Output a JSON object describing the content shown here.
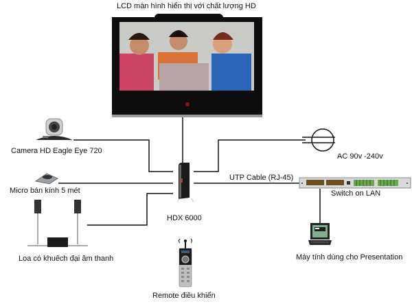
{
  "title": "LCD màn hình hiển thị với chất lượng HD",
  "nodes": {
    "lcd": {
      "label": "LCD màn hình hiển thị với chất lượng HD"
    },
    "camera": {
      "label": "Camera HD Eagle Eye 720"
    },
    "micro": {
      "label": "Micro bán kính 5 mét"
    },
    "speakers": {
      "label": "Loa có khuếch đại âm thanh"
    },
    "codec": {
      "label": "HDX 6000"
    },
    "remote": {
      "label": "Remote điều khiển"
    },
    "power": {
      "label": "AC 90v -240v"
    },
    "switch": {
      "label": "Switch on LAN"
    },
    "laptop": {
      "label": "Máy tính dùng cho Presentation"
    }
  },
  "edges": {
    "utp": {
      "label": "UTP Cable (RJ-45)"
    }
  },
  "colors": {
    "line": "#111111",
    "bezel": "#0d0d0d",
    "switch_body": "#d9d9d9",
    "port_orange": "#8a6a2a",
    "port_green": "#6aa84f"
  }
}
